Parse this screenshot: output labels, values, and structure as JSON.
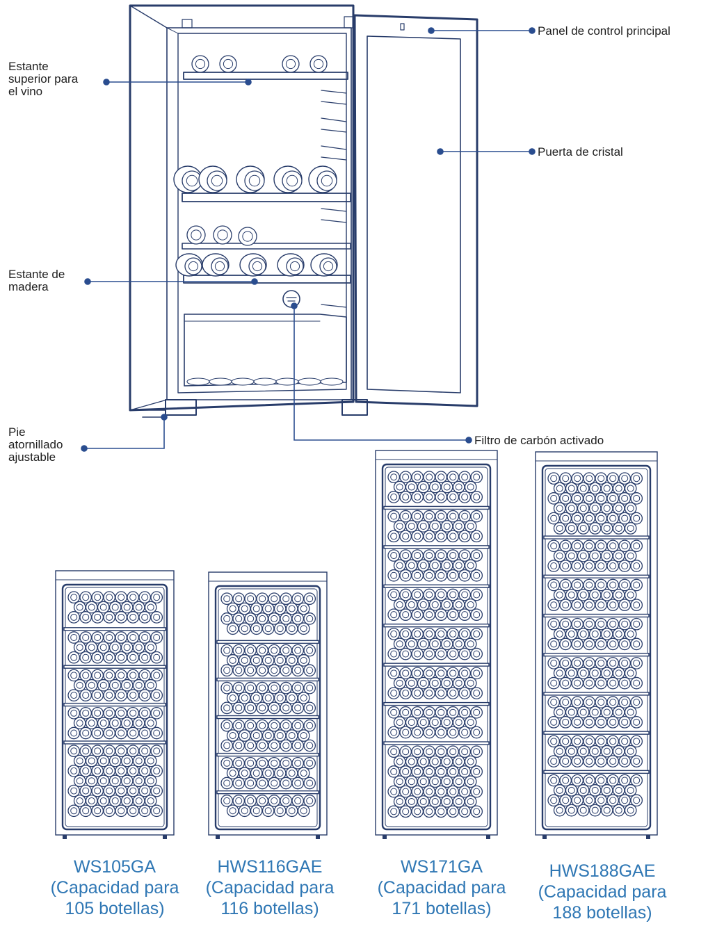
{
  "colors": {
    "outline": "#283c6a",
    "leader": "#2a4d8f",
    "callout_text": "#1f1f1f",
    "model_text": "#2f77b4"
  },
  "callouts": {
    "top_shelf": [
      "Estante",
      "superior para",
      "el vino"
    ],
    "wood_shelf": [
      "Estante de",
      "madera"
    ],
    "foot": [
      "Pie",
      "atornillado",
      "ajustable"
    ],
    "control_panel": "Panel de control principal",
    "glass_door": "Puerta de cristal",
    "carbon_filter": "Filtro de carbón activado"
  },
  "models": [
    {
      "name": "WS105GA",
      "line2": "(Capacidad para",
      "line3": "105 botellas)"
    },
    {
      "name": "HWS116GAE",
      "line2": "(Capacidad para",
      "line3": "116 botellas)"
    },
    {
      "name": "WS171GA",
      "line2": "(Capacidad para",
      "line3": "171 botellas)"
    },
    {
      "name": "HWS188GAE",
      "line2": "(Capacidad para",
      "line3": "188 botellas)"
    }
  ]
}
